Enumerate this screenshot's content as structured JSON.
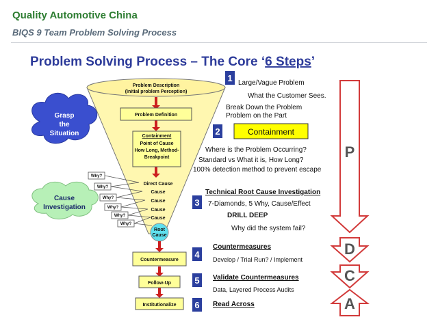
{
  "header": {
    "company": "Quality Automotive China",
    "subtitle": "BIQS 9 Team Problem Solving Process"
  },
  "title": {
    "prefix": "Problem Solving Process – The Core ",
    "quote_open": "‘",
    "steps": "6 Steps",
    "quote_close": "’"
  },
  "funnel": {
    "problem_description": [
      "Problem Description",
      "(Initial problem Perception)"
    ],
    "problem_definition": "Problem Definition",
    "containment_box": [
      "Containment",
      "Point of Cause",
      "How Long, Method-",
      "Breakpoint"
    ],
    "direct_cause": "Direct Cause",
    "cause_items": [
      "Cause",
      "Cause",
      "Cause",
      "Cause"
    ],
    "root_cause": [
      "Root",
      "Cause"
    ]
  },
  "clouds": {
    "grasp": [
      "Grasp",
      "the",
      "Situation"
    ],
    "cause_investigation": [
      "Cause",
      "Investigation"
    ]
  },
  "whys": [
    "Why?",
    "Why?",
    "Why?",
    "Why?",
    "Why?",
    "Why?"
  ],
  "bottom_boxes": [
    "Countermeasure",
    "Follow-Up",
    "Institutionalize"
  ],
  "steps": [
    {
      "num": "1",
      "lines": [
        "Large/Vague Problem",
        "What the Customer Sees.",
        "Break Down the Problem",
        "Problem on the Part"
      ]
    },
    {
      "num": "2",
      "label": "Containment",
      "lines": [
        "Where is the Problem Occurring?",
        "Standard vs What it is, How Long?",
        "100% detection method to prevent escape"
      ]
    },
    {
      "num": "3",
      "lines": [
        "Technical Root Cause Investigation",
        "7-Diamonds, 5 Why, Cause/Effect",
        "DRILL DEEP",
        "Why did the system fail?"
      ]
    },
    {
      "num": "4",
      "lines": [
        "Countermeasures",
        "Develop / Trial Run?  / Implement"
      ]
    },
    {
      "num": "5",
      "lines": [
        "Validate Countermeasures",
        "Data, Layered Process Audits"
      ]
    },
    {
      "num": "6",
      "lines": [
        "Read Across"
      ]
    }
  ],
  "pdca": [
    "P",
    "D",
    "C",
    "A"
  ],
  "colors": {
    "title": "#2d3b9a",
    "funnel": "#fff7b0",
    "box": "#ffff99",
    "arrow": "#cc1f1f",
    "step_num": "#2b3f9e",
    "grasp_cloud": "#3a4fcf",
    "cause_cloud": "#b7f0b7",
    "root_cause": "#5fe0ee",
    "pdca_arrow": "#d23a3a",
    "header_green": "#2e7d32"
  }
}
